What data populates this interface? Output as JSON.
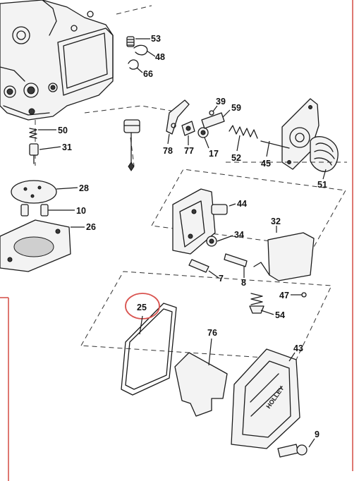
{
  "callouts": {
    "c53": "53",
    "c48": "48",
    "c66": "66",
    "c39": "39",
    "c59": "59",
    "c78": "78",
    "c77": "77",
    "c17": "17",
    "c52": "52",
    "c45": "45",
    "c51": "51",
    "c50": "50",
    "c31": "31",
    "c28": "28",
    "c10": "10",
    "c26": "26",
    "c44": "44",
    "c34": "34",
    "c32": "32",
    "c7": "7",
    "c8": "8",
    "c47": "47",
    "c54": "54",
    "c25": "25",
    "c76": "76",
    "c43": "43",
    "c9": "9"
  },
  "cover_lettering": "HOLLEY",
  "colors": {
    "frame": "#d6564e",
    "highlight": "#d9534f",
    "ink": "#1b1b1b"
  }
}
